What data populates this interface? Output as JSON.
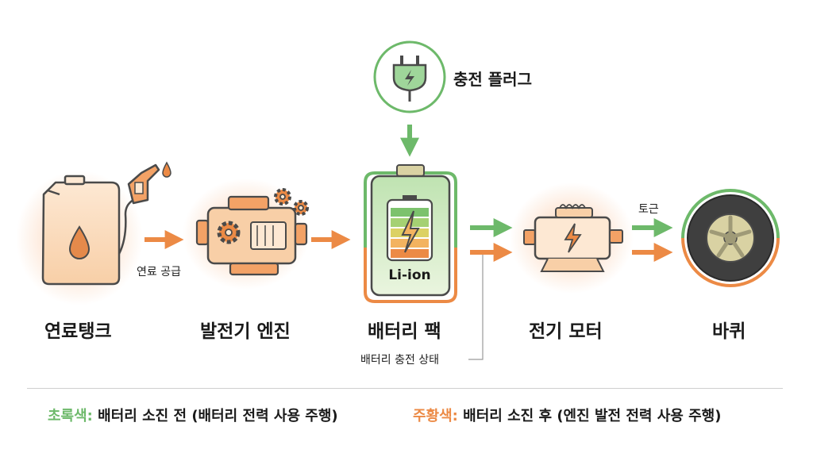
{
  "components": {
    "fuel_tank": "연료탱크",
    "generator_engine": "발전기 엔진",
    "battery_pack": "배터리 팩",
    "electric_motor": "전기 모터",
    "wheel": "바퀴"
  },
  "flow_labels": {
    "fuel_supply": "연료 공급",
    "charging_plug": "충전 플러그",
    "torque": "토근",
    "battery_charge_state": "배터리 충전 상태"
  },
  "battery_label": "Li-ion",
  "legend": {
    "green_key": "초록색:",
    "green_desc": "배터리 소진 전 (배터리 전력 사용 주행)",
    "orange_key": "주황색:",
    "orange_desc": "배터리 소진 후 (엔진 발전 전력 사용 주행)"
  },
  "colors": {
    "green": "#6db96a",
    "orange": "#ec8a45",
    "outline": "#4a4a4a"
  },
  "icons": [
    "fuel-can-icon",
    "fuel-nozzle-icon",
    "engine-icon",
    "gear-icon",
    "plug-icon",
    "battery-icon",
    "lightning-icon",
    "motor-icon",
    "wheel-icon"
  ]
}
